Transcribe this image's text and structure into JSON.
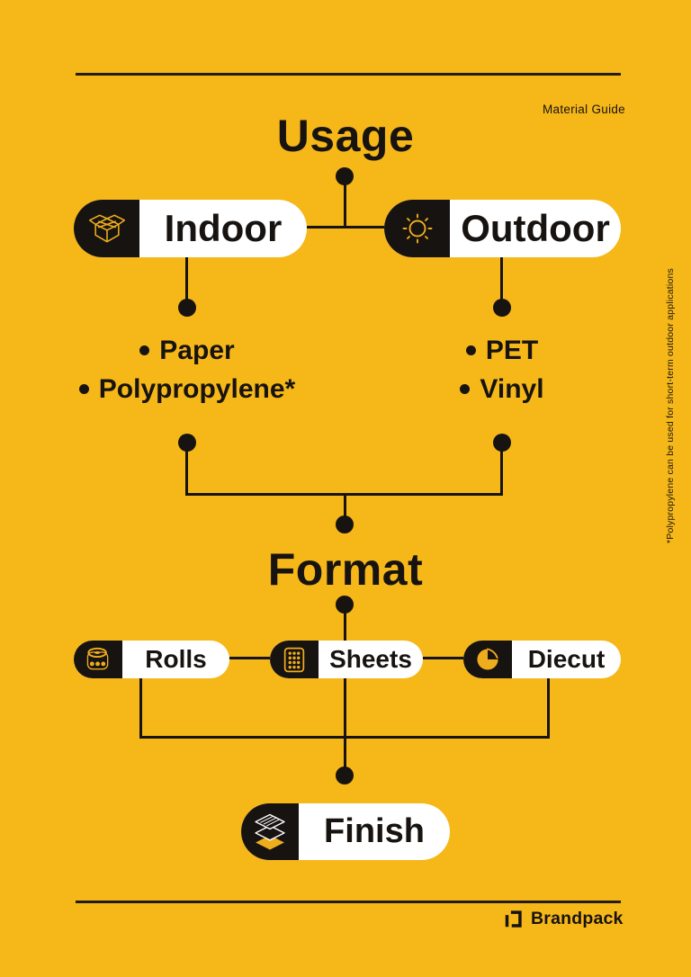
{
  "meta": {
    "tagline": "Material Guide"
  },
  "colors": {
    "background": "#F6B719",
    "ink": "#171310",
    "pill_white": "#FFFFFF",
    "icon_gold": "#EFAD1E"
  },
  "flow": {
    "usage": {
      "title": "Usage",
      "branches": [
        {
          "label": "Indoor",
          "icon": "box-icon",
          "materials": [
            "Paper",
            "Polypropylene*"
          ]
        },
        {
          "label": "Outdoor",
          "icon": "sun-icon",
          "materials": [
            "PET",
            "Vinyl"
          ]
        }
      ]
    },
    "format": {
      "title": "Format",
      "options": [
        {
          "label": "Rolls",
          "icon": "roll-icon"
        },
        {
          "label": "Sheets",
          "icon": "sheets-icon"
        },
        {
          "label": "Diecut",
          "icon": "diecut-icon"
        }
      ]
    },
    "finish": {
      "label": "Finish",
      "icon": "layers-icon"
    }
  },
  "footnote": "*Polypropylene can be used for short-term outdoor applications",
  "footer": {
    "brand": "Brandpack"
  }
}
